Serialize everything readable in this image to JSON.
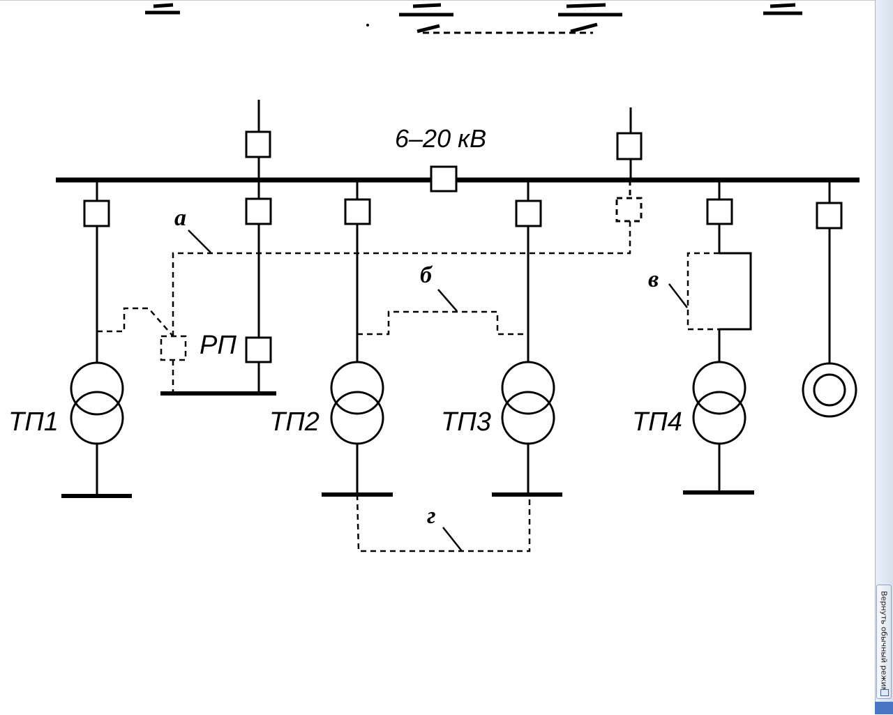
{
  "diagram": {
    "voltage_label": "6–20 кВ",
    "rp_label": "РП",
    "tp_labels": [
      "ТП1",
      "ТП2",
      "ТП3",
      "ТП4"
    ],
    "connection_labels": {
      "a": "а",
      "b": "б",
      "v": "в",
      "g": "г"
    }
  },
  "side_panel": {
    "return_button_label": "Вернуть обычный режим",
    "return_icon": "document-icon"
  }
}
